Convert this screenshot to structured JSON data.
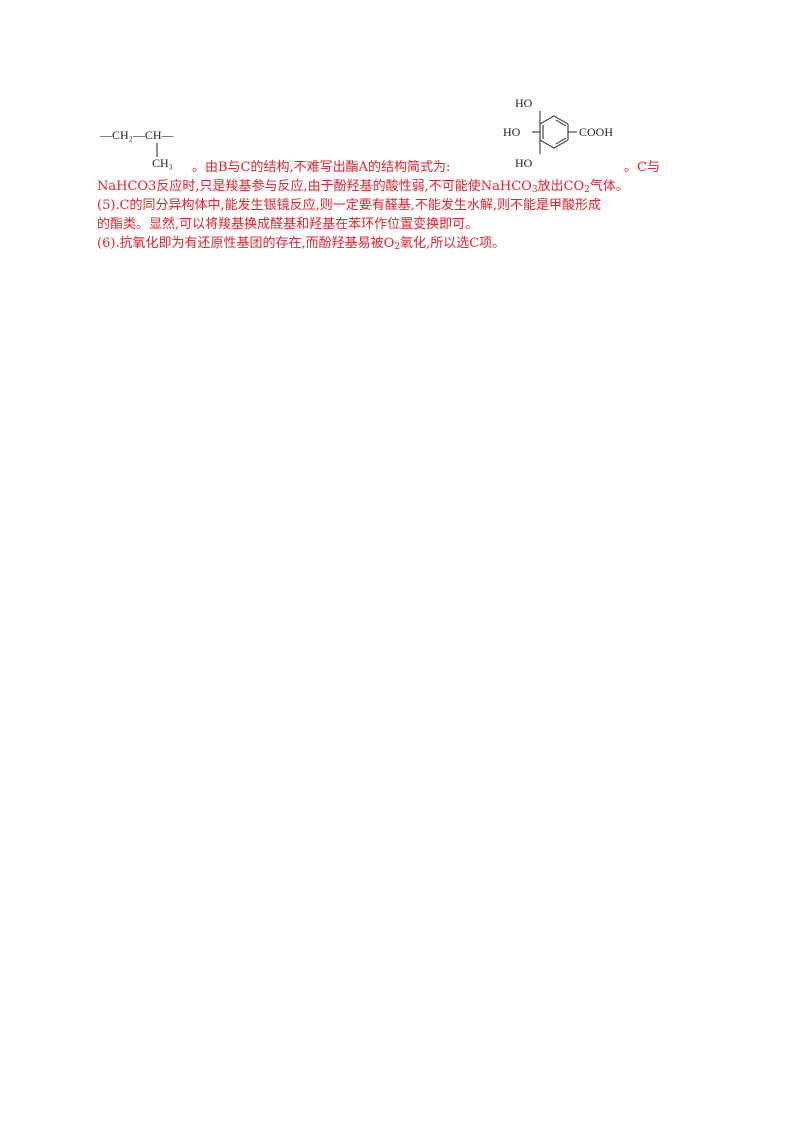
{
  "fragment_structure": {
    "main_chain": "—CH₂—CH—",
    "substituent": "CH₃"
  },
  "acid_structure": {
    "ho_top": "HO",
    "ho_middle": "HO",
    "ho_bottom": "HO",
    "cooh": "COOH"
  },
  "line1": {
    "text_a": "。由B与C的结构,不难写出酯A的结构简式为:",
    "text_b": "。C与"
  },
  "line2": {
    "text_a": "NaHCO3反应时,只是羧基参与反应,由于酚羟基的酸性弱,不可能使NaHCO",
    "sub_a": "3",
    "text_b": "放出CO",
    "sub_b": "2",
    "text_c": "气体。"
  },
  "line3": "(5).C的同分异构体中,能发生银镜反应,则一定要有醛基,不能发生水解,则不能是甲酸形成",
  "line4": "的酯类。显然,可以将羧基换成醛基和羟基在苯环作位置变换即可。",
  "line5": {
    "text_a": "(6).抗氧化即为有还原性基团的存在,而酚羟基易被O",
    "sub_a": "2",
    "text_b": "氧化,所以选C项。"
  },
  "colors": {
    "answer_text": "#e8212a",
    "structure": "#222222"
  }
}
